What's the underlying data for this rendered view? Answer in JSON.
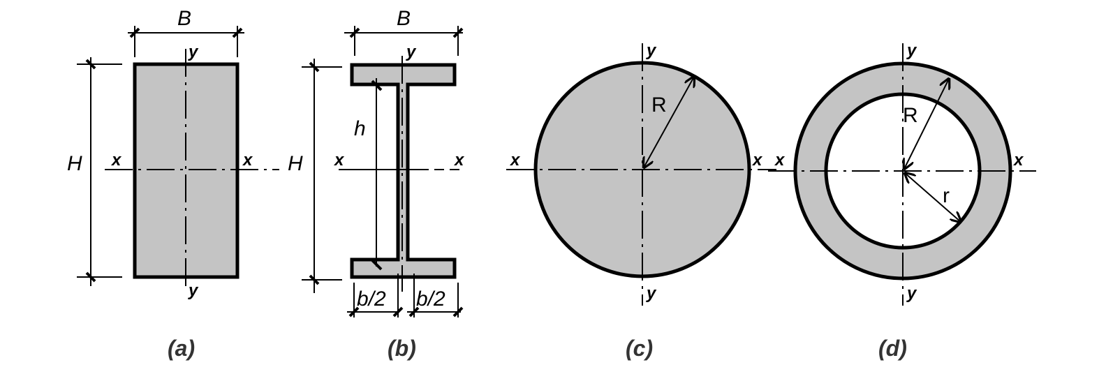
{
  "panels": {
    "a": {
      "caption": "(a)",
      "width_label": "B",
      "height_label": "H",
      "x_axis": "x",
      "y_axis": "y"
    },
    "b": {
      "caption": "(b)",
      "width_label": "B",
      "height_label": "H",
      "web_height_label": "h",
      "half_flange_label": "b/2",
      "x_axis": "x",
      "y_axis": "y"
    },
    "c": {
      "caption": "(c)",
      "radius_label": "R",
      "x_axis": "x",
      "y_axis": "y"
    },
    "d": {
      "caption": "(d)",
      "outer_radius_label": "R",
      "inner_radius_label": "r",
      "x_axis": "x",
      "y_axis": "y"
    }
  },
  "colors": {
    "section_fill": "#c4c4c4",
    "stroke": "#000000"
  }
}
